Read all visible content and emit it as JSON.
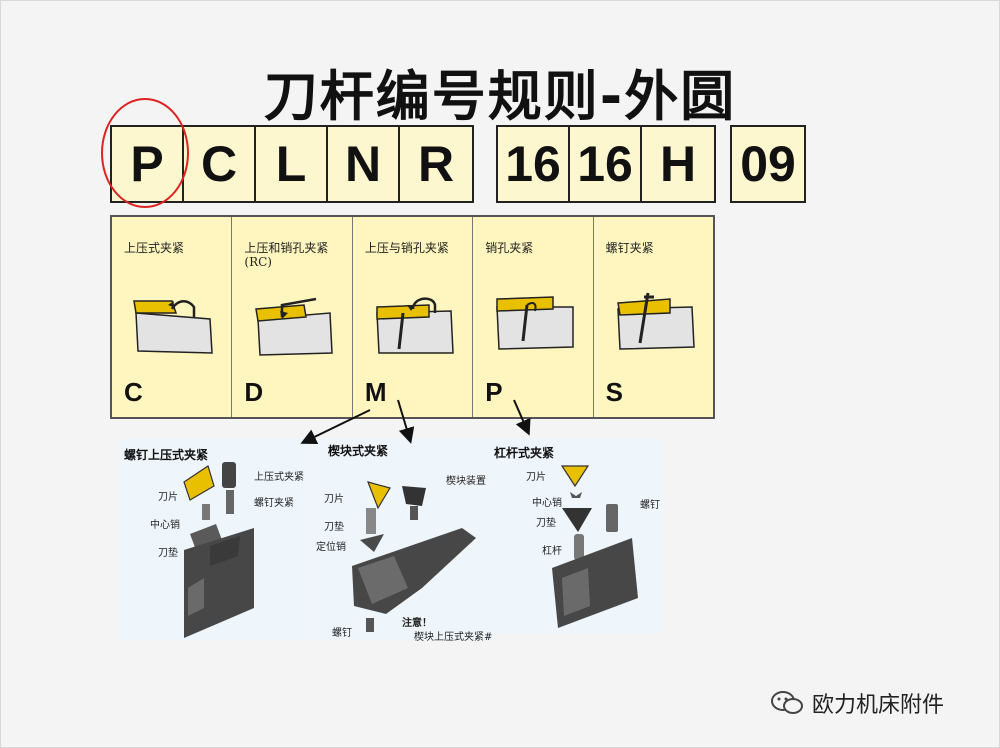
{
  "title": "刀杆编号规则-外圆",
  "code_groups": [
    [
      "P",
      "C",
      "L",
      "N",
      "R"
    ],
    [
      "16",
      "16",
      "H"
    ],
    [
      "09"
    ]
  ],
  "clamping_types": [
    {
      "label": "上压式夹紧",
      "sublabel": "",
      "code": "C"
    },
    {
      "label": "上压和销孔夹紧",
      "sublabel": "(RC)",
      "code": "D"
    },
    {
      "label": "上压与销孔夹紧",
      "sublabel": "",
      "code": "M"
    },
    {
      "label": "销孔夹紧",
      "sublabel": "",
      "code": "P"
    },
    {
      "label": "螺钉夹紧",
      "sublabel": "",
      "code": "S"
    }
  ],
  "details": {
    "screw_top": {
      "title": "螺钉上压式夹紧",
      "labels": {
        "top_clamp": "上压式夹紧",
        "screw_clamp": "螺钉夹紧",
        "insert": "刀片",
        "center_pin": "中心销",
        "shim": "刀垫"
      }
    },
    "wedge": {
      "title": "楔块式夹紧",
      "labels": {
        "wedge_device": "楔块装置",
        "insert": "刀片",
        "shim": "刀垫",
        "locating_pin": "定位销",
        "screw": "螺钉",
        "note_title": "注意！",
        "note_text": "楔块上压式夹紧#"
      }
    },
    "lever": {
      "title": "杠杆式夹紧",
      "labels": {
        "insert": "刀片",
        "center_pin": "中心销",
        "shim": "刀垫",
        "screw": "螺钉",
        "lever": "杠杆"
      }
    }
  },
  "watermark": "欧力机床附件",
  "colors": {
    "code_fill": "#fdf7cf",
    "table_fill": "#fff6bf",
    "insert_yellow": "#e8c000",
    "circle_red": "#d22222"
  }
}
